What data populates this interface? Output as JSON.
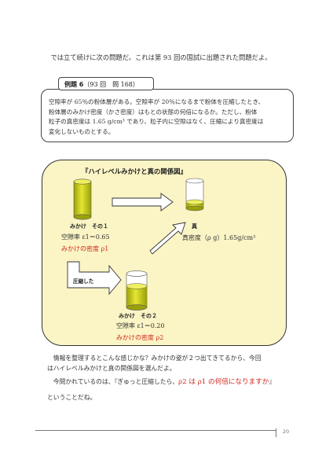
{
  "intro": "では立て続けに次の問題だ。これは第 93 回の国試に出題された問題だよ。",
  "example": {
    "label": "例題 6",
    "ref": "（93 回　問 168）",
    "lines": [
      "空隙率が 65％の粉体層がある。空隙率が 20％になるまで粉体を圧縮したとき、",
      "粉体層のみかけ密度（かさ密度）はもとの状態の何倍になるか。ただし、粉体",
      "粒子の真密度は 1.65 g/cm³ であり、粒子内に空隙はなく、圧縮により真密度は",
      "変化しないものとする。"
    ]
  },
  "diagram": {
    "title": "『ハイレベルみかけと真の関係図』",
    "cyl1": {
      "name": "みかけ　その１",
      "porosity": "空隙率 ε1＝0.65",
      "density": "みかけの密度 ρ1"
    },
    "cyl2": {
      "name": "みかけ　その２",
      "porosity": "空隙率 ε1＝0.20",
      "density": "みかけの密度 ρ2"
    },
    "true": {
      "name": "真",
      "density": "真密度（ρ g）1.65g/cm³"
    },
    "compress_label": "圧縮した"
  },
  "para1": [
    "　情報を整理するとこんな感じかな？みかけの姿が２つ出てきてるから、今回",
    "はハイレベルみかけと真の関係図を選んだよ。"
  ],
  "para2_pre": "　今問かれているのは、『ぎゅっと圧縮したら、",
  "para2_red": "ρ2 は ρ1 の何倍になりますか",
  "para2_post": "』",
  "para3": "ということだね。",
  "page_number": "20",
  "colors": {
    "diagram_bg": "#fbf5c6",
    "accent_red": "#d0271e",
    "liquid": "#c8cc14"
  }
}
